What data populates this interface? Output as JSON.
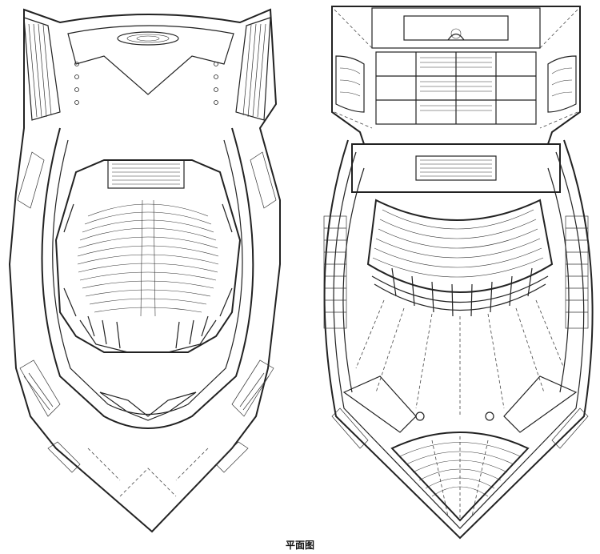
{
  "caption": "平面图",
  "colors": {
    "line": "#222222",
    "background": "#ffffff"
  },
  "plans": [
    {
      "id": "left-plan",
      "auditorium": "proscenium-hall"
    },
    {
      "id": "right-plan",
      "auditorium": "fan-hall-with-stage-house"
    }
  ]
}
